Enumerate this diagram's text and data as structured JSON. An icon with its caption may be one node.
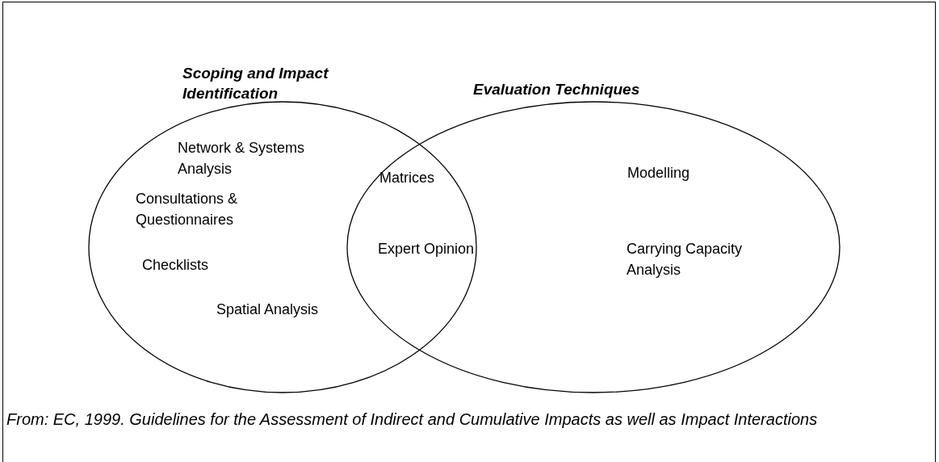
{
  "diagram": {
    "caption": "From: EC, 1999. Guidelines for the Assessment of Indirect and Cumulative Impacts as well as Impact Interactions",
    "nodes": [
      {
        "text": [
          "Scoping and Impact Identification",
          "Network & Systems Analysis",
          "Consultations & Questionnaires",
          "Checklists",
          "Spatial Analysis"
        ]
      },
      {
        "text": [
          "Evaluation Techniques",
          "Modelling",
          "Carrying Capacity Analysis"
        ]
      }
    ],
    "labels": [
      "Matrices",
      "Expert Opinion"
    ]
  }
}
